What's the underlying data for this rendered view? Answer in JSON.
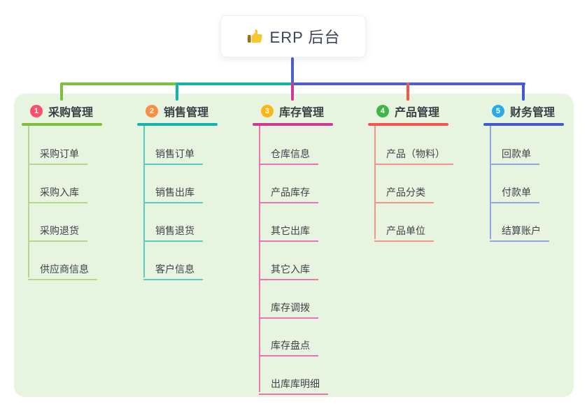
{
  "root": {
    "title": "ERP 后台",
    "icon": "thumbs-up"
  },
  "canvas": {
    "background": "#ffffff",
    "container_background": "#e7f5e0"
  },
  "connectors": {
    "root_line": "#4c61cf"
  },
  "branches": [
    {
      "number": "1",
      "label": "采购管理",
      "colors": {
        "badge": "#f9516b",
        "line": "#7fbf3f",
        "sub_line": "#b2d989"
      },
      "items": [
        "采购订单",
        "采购入库",
        "采购退货",
        "供应商信息"
      ]
    },
    {
      "number": "2",
      "label": "销售管理",
      "colors": {
        "badge": "#fb8d41",
        "line": "#14b4ab",
        "sub_line": "#5ecbc0"
      },
      "items": [
        "销售订单",
        "销售出库",
        "销售退货",
        "客户信息"
      ]
    },
    {
      "number": "3",
      "label": "库存管理",
      "colors": {
        "badge": "#fbb617",
        "line": "#d23795",
        "sub_line": "#ee72b6"
      },
      "items": [
        "仓库信息",
        "产品库存",
        "其它出库",
        "其它入库",
        "库存调拨",
        "库存盘点",
        "出库库明细"
      ]
    },
    {
      "number": "4",
      "label": "产品管理",
      "colors": {
        "badge": "#42b549",
        "line": "#f4564e",
        "sub_line": "#f6938c"
      },
      "items": [
        "产品（物料）",
        "产品分类",
        "产品单位"
      ]
    },
    {
      "number": "5",
      "label": "财务管理",
      "colors": {
        "badge": "#29abe8",
        "line": "#4459cd",
        "sub_line": "#90a7e3"
      },
      "items": [
        "回款单",
        "付款单",
        "结算账户"
      ]
    }
  ]
}
